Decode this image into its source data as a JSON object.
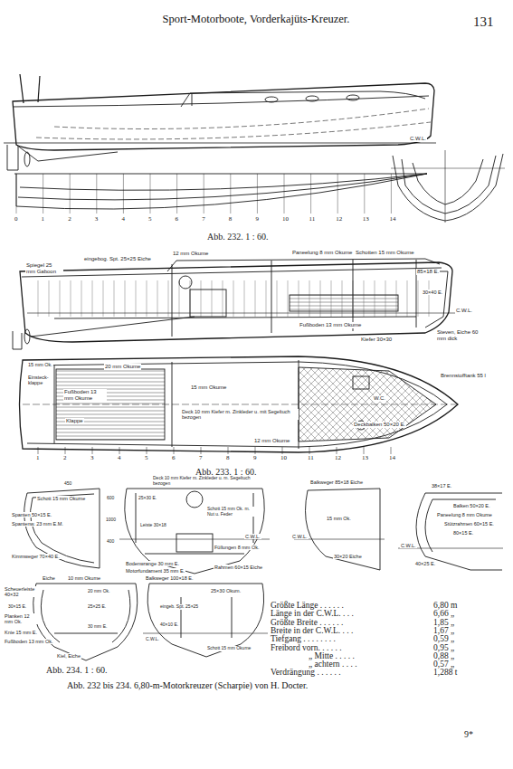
{
  "diagram": {
    "title": "Sport-Motorboote, Vorderkajüts-Kreuzer.",
    "caption": "Abb. 232 bis 234. 6,80-m-Motorkreuzer (Scharpie) von H. Docter.",
    "labels": [
      "131",
      "C.W.L.",
      "0",
      "1",
      "2",
      "3",
      "4",
      "5",
      "6",
      "7",
      "8",
      "9",
      "10",
      "11",
      "12",
      "13",
      "14",
      "Abb. 232. 1 : 60.",
      "Spiegel 25 mm Gaboon",
      "eingebog. Spt. 25×25 Eiche",
      "12 mm Okume",
      "Paneelung 8 mm Okume",
      "Schotten 15 mm Okume",
      "85×18 E.",
      "30×40 E.",
      "C.W.L.",
      "Fußboden 13 mm Okume",
      "Kiefer 30×30",
      "Steven, Eiche 60 mm dick",
      "15 mm Ok.",
      "20 mm Okume",
      "Einsteck-klappe",
      "Fußboden 13 mm Okume",
      "15 mm Okume",
      "Klappe",
      "Deck 10 mm Kiefer m. Zinkleder u. mit Segeltuch bezogen",
      "Brennstofftank 55 l",
      "W.C.",
      "Deckbalken 50×20 E.",
      "12 mm Okume",
      "1",
      "2",
      "3",
      "4",
      "5",
      "6",
      "7",
      "8",
      "9",
      "10",
      "11",
      "12",
      "13",
      "14",
      "Abb. 233. 1 : 60.",
      "Schott 15 mm Okume",
      "Spanten 50×15 E.",
      "Spantenw. 23 mm E.M.",
      "Kimmweger 70×40 E.",
      "450",
      "Deck 10 mm Kiefer m. Zinkleder u. m. Segeltuch bezogen",
      "25×30 E.",
      "Schott 15 mm Ok. m. Nut u. Feder",
      "Leiste 30×18",
      "C.W.L.",
      "Füllungen 8 mm Ok.",
      "Bodenwrange 30 mm E.",
      "Motorfundament 35 mm E.",
      "Rahmen 60×15 Eiche",
      "600",
      "1000",
      "400",
      "Balkweger 85×18 Eiche",
      "15 mm Ok.",
      "30×20 Eiche",
      "C.W.L.",
      "38×17 E.",
      "Balken 50×20 E.",
      "Paneelung 8 mm Okume",
      "Stützrahmen 60×15 E.",
      "80×15 E.",
      "C.W.L.",
      "40×25 E.",
      "Eiche",
      "10 mm Okume",
      "Scheuerleiste 40×32",
      "20 mm Ok.",
      "30×15 E.",
      "Planken 12 mm Ok.",
      "25×25 E.",
      "Knie 15 mm E.",
      "30 mm E.",
      "Fußboden 13 mm Ok.",
      "Kiel, Eiche",
      "Balkweger 100×18 E.",
      "25×30 Okum.",
      "eingeb. Spt. 25×25",
      "40×10 E.",
      "C.W.L.",
      "Schott 15 mm Okume",
      "Abb. 234. 1 : 60.",
      "Größte Länge . . . . . .",
      "6,80 m",
      "Länge in der C.W.L. . . .",
      "6,66 „",
      "Größte Breite . . . . . .",
      "1,85 „",
      "Breite in der C.W.L. . . .",
      "1,67 „",
      "Tiefgang . . . . . . . .",
      "0,59 „",
      "Freibord vorn. . . . . .",
      "0,95 „",
      "„ Mitte . . . . .",
      "0,88 „",
      "„ achtern . . . .",
      "0,57 „",
      "Verdrängung . . . . . .",
      "1,288 t",
      "9*"
    ]
  }
}
